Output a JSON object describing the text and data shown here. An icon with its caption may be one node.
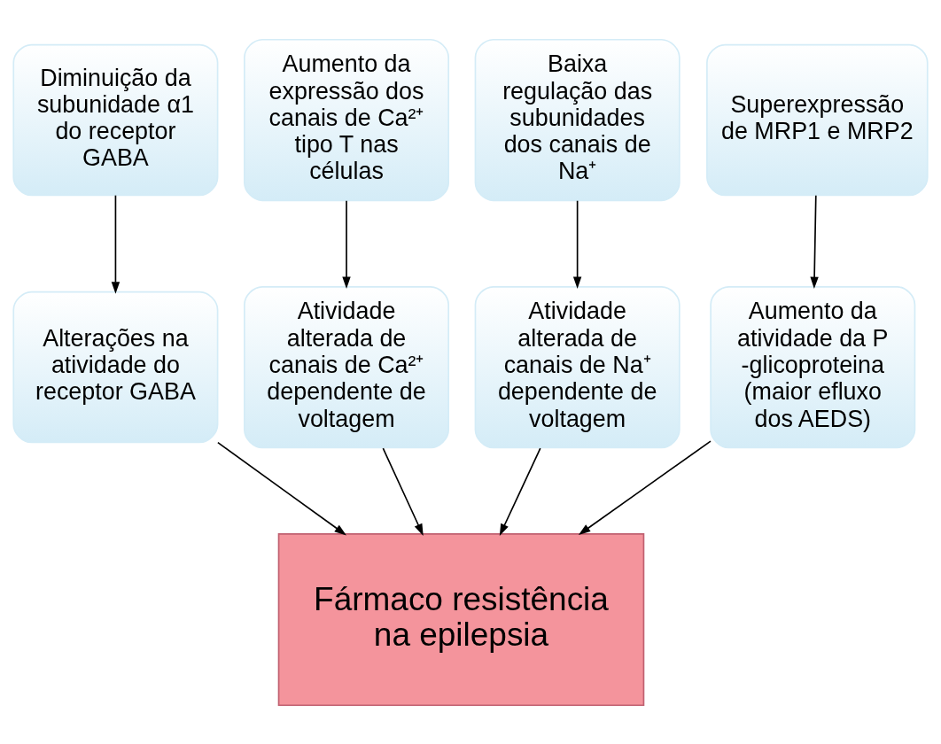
{
  "diagram": {
    "nodes": [
      {
        "text": [
          "Diminuição da subunidade α1 do receptor GABA"
        ]
      },
      {
        "text": [
          "Aumento da expressão dos canais de Ca²⁺ tipo T nas células"
        ]
      },
      {
        "text": [
          "Baixa regulação das subunidades dos canais de Na⁺"
        ]
      },
      {
        "text": [
          "Superexpressão de MRP1 e MRP2"
        ]
      },
      {
        "text": [
          "Alterações na atividade do receptor GABA"
        ]
      },
      {
        "text": [
          "Atividade alterada de canais de Ca²⁺ dependente de voltagem"
        ]
      },
      {
        "text": [
          "Atividade alterada de canais de Na⁺ dependente de voltagem"
        ]
      },
      {
        "text": [
          "Aumento da atividade da P-glicoproteina (maior efluxo dos AEDS)"
        ]
      },
      {
        "text": [
          "Fármaco resistência na epilepsia"
        ]
      }
    ],
    "edges": [
      {
        "from": 0,
        "to": 4,
        "arrow": "to"
      },
      {
        "from": 1,
        "to": 5,
        "arrow": "to"
      },
      {
        "from": 2,
        "to": 6,
        "arrow": "to"
      },
      {
        "from": 3,
        "to": 7,
        "arrow": "to"
      },
      {
        "from": 4,
        "to": 8,
        "arrow": "to"
      },
      {
        "from": 5,
        "to": 8,
        "arrow": "to"
      },
      {
        "from": 6,
        "to": 8,
        "arrow": "to"
      },
      {
        "from": 7,
        "to": 8,
        "arrow": "to"
      }
    ]
  }
}
